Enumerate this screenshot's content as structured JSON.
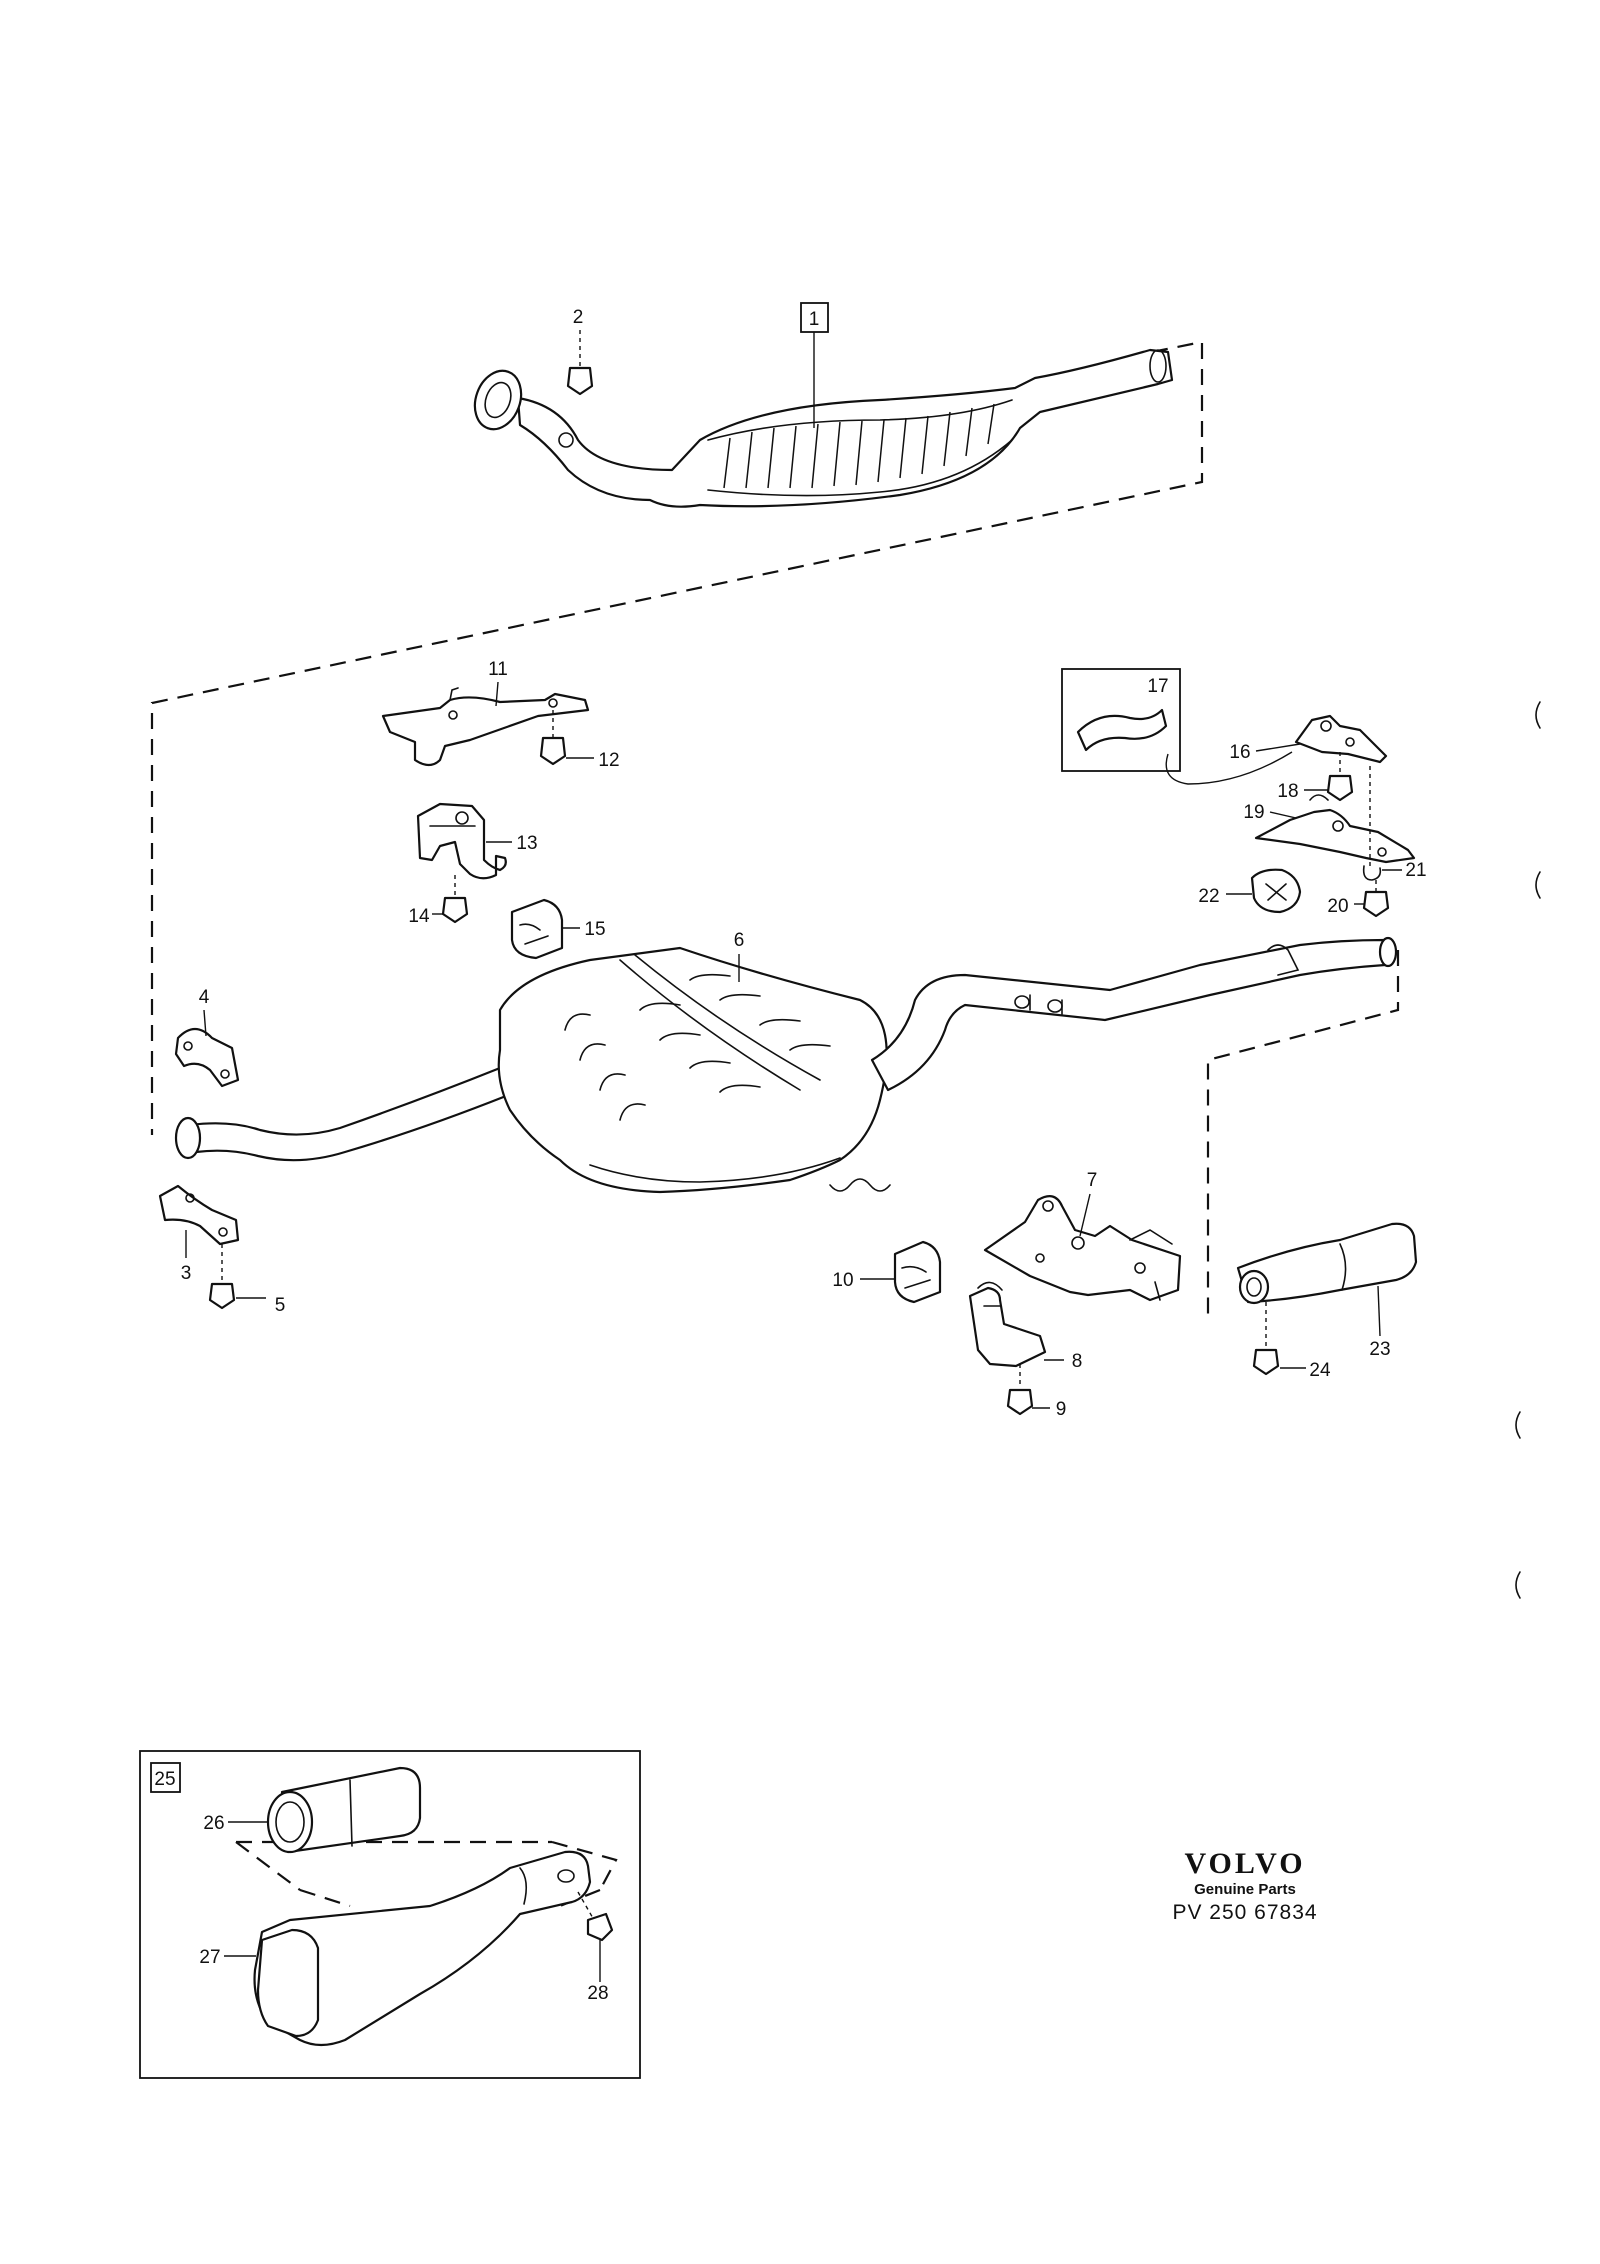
{
  "parts": [
    {
      "ref": "1",
      "boxed": true
    },
    {
      "ref": "2"
    },
    {
      "ref": "3"
    },
    {
      "ref": "4"
    },
    {
      "ref": "5"
    },
    {
      "ref": "6"
    },
    {
      "ref": "7"
    },
    {
      "ref": "8"
    },
    {
      "ref": "9"
    },
    {
      "ref": "10"
    },
    {
      "ref": "11"
    },
    {
      "ref": "12"
    },
    {
      "ref": "13"
    },
    {
      "ref": "14"
    },
    {
      "ref": "15"
    },
    {
      "ref": "16"
    },
    {
      "ref": "17",
      "boxed": true
    },
    {
      "ref": "18"
    },
    {
      "ref": "19"
    },
    {
      "ref": "20"
    },
    {
      "ref": "21"
    },
    {
      "ref": "22"
    },
    {
      "ref": "23"
    },
    {
      "ref": "24"
    },
    {
      "ref": "25",
      "boxed": true
    },
    {
      "ref": "26"
    },
    {
      "ref": "27"
    },
    {
      "ref": "28"
    }
  ],
  "brand": {
    "logo": "VOLVO",
    "subtitle": "Genuine Parts",
    "code": "PV 250 67834"
  }
}
